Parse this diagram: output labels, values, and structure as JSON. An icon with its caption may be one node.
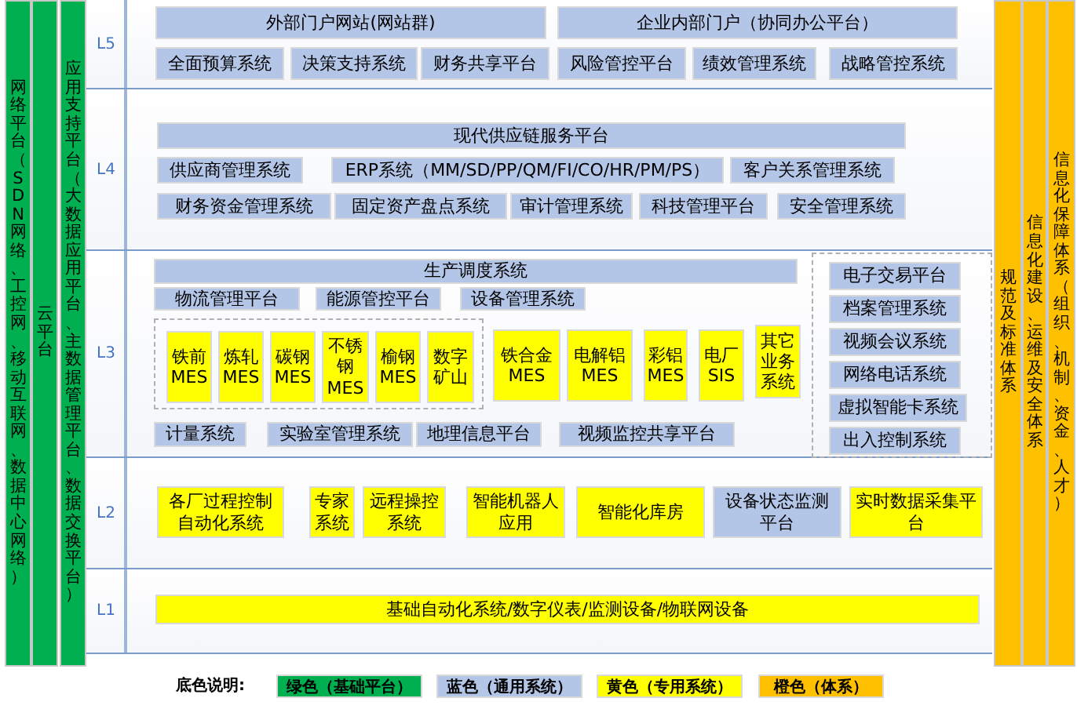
{
  "diagram": {
    "nodes": [
      {
        "text": [
          "网络平台（SDN网络、工控网、移动互联网、数据中心网络）"
        ]
      },
      {
        "text": [
          "云平台"
        ]
      },
      {
        "text": [
          "应用支持平台（大数据应用平台、主数据管理平台、数据交换平台）"
        ]
      },
      {
        "text": [
          "L5"
        ]
      },
      {
        "text": [
          "外部门户网站(网站群)"
        ],
        "in": 3
      },
      {
        "text": [
          "企业内部门户（协同办公平台）"
        ],
        "in": 3
      },
      {
        "text": [
          "全面预算系统"
        ],
        "in": 3
      },
      {
        "text": [
          "决策支持系统"
        ],
        "in": 3
      },
      {
        "text": [
          "财务共享平台"
        ],
        "in": 3
      },
      {
        "text": [
          "风险管控平台"
        ],
        "in": 3
      },
      {
        "text": [
          "绩效管理系统"
        ],
        "in": 3
      },
      {
        "text": [
          "战略管控系统"
        ],
        "in": 3
      },
      {
        "text": [
          "L4"
        ]
      },
      {
        "text": [
          "现代供应链服务平台"
        ],
        "in": 12
      },
      {
        "text": [
          "供应商管理系统"
        ],
        "in": 12
      },
      {
        "text": [
          "ERP系统（MM/SD/PP/QM/FI/CO/HR/PM/PS）"
        ],
        "in": 12
      },
      {
        "text": [
          "客户关系管理系统"
        ],
        "in": 12
      },
      {
        "text": [
          "财务资金管理系统"
        ],
        "in": 12
      },
      {
        "text": [
          "固定资产盘点系统"
        ],
        "in": 12
      },
      {
        "text": [
          "审计管理系统"
        ],
        "in": 12
      },
      {
        "text": [
          "科技管理平台"
        ],
        "in": 12
      },
      {
        "text": [
          "安全管理系统"
        ],
        "in": 12
      },
      {
        "text": [
          "L3"
        ]
      },
      {
        "text": [
          "生产调度系统"
        ],
        "in": 22
      },
      {
        "text": [
          "物流管理平台"
        ],
        "in": 22
      },
      {
        "text": [
          "能源管控平台"
        ],
        "in": 22
      },
      {
        "text": [
          "设备管理系统"
        ],
        "in": 22
      },
      {
        "text": [],
        "shape": "box",
        "in": 22
      },
      {
        "text": [
          "铁前 MES"
        ],
        "in": 27
      },
      {
        "text": [
          "炼轧 MES"
        ],
        "in": 27
      },
      {
        "text": [
          "碳钢 MES"
        ],
        "in": 27
      },
      {
        "text": [
          "不锈钢 MES"
        ],
        "in": 27
      },
      {
        "text": [
          "榆钢 MES"
        ],
        "in": 27
      },
      {
        "text": [
          "数字矿山"
        ],
        "in": 27
      },
      {
        "text": [
          "铁合金 MES"
        ],
        "in": 22
      },
      {
        "text": [
          "电解铝 MES"
        ],
        "in": 22
      },
      {
        "text": [
          "彩铝 MES"
        ],
        "in": 22
      },
      {
        "text": [
          "电厂 SIS"
        ],
        "in": 22
      },
      {
        "text": [
          "其它业务系统"
        ],
        "in": 22
      },
      {
        "text": [
          "计量系统"
        ],
        "in": 22
      },
      {
        "text": [
          "实验室管理系统"
        ],
        "in": 22
      },
      {
        "text": [
          "地理信息平台"
        ],
        "in": 22
      },
      {
        "text": [
          "视频监控共享平台"
        ],
        "in": 22
      },
      {
        "text": [],
        "shape": "box",
        "in": 22
      },
      {
        "text": [
          "电子交易平台"
        ],
        "in": 43
      },
      {
        "text": [
          "档案管理系统"
        ],
        "in": 43
      },
      {
        "text": [
          "视频会议系统"
        ],
        "in": 43
      },
      {
        "text": [
          "网络电话系统"
        ],
        "in": 43
      },
      {
        "text": [
          "虚拟智能卡系统"
        ],
        "in": 43
      },
      {
        "text": [
          "出入控制系统"
        ],
        "in": 43
      },
      {
        "text": [
          "L2"
        ]
      },
      {
        "text": [
          "各厂过程控制自动化系统"
        ],
        "in": 50
      },
      {
        "text": [
          "专家系统"
        ],
        "in": 50
      },
      {
        "text": [
          "远程操控系统"
        ],
        "in": 50
      },
      {
        "text": [
          "智能机器人应用"
        ],
        "in": 50
      },
      {
        "text": [
          "智能化库房"
        ],
        "in": 50
      },
      {
        "text": [
          "设备状态监测平台"
        ],
        "in": 50
      },
      {
        "text": [
          "实时数据采集平台"
        ],
        "in": 50
      },
      {
        "text": [
          "L1"
        ]
      },
      {
        "text": [
          "基础自动化系统/数字仪表/监测设备/物联网设备"
        ],
        "in": 58
      },
      {
        "text": [
          "规范及标准体系"
        ]
      },
      {
        "text": [
          "信息化建设、运维及安全体系"
        ]
      },
      {
        "text": [
          "信息化保障体系（组织、机制、资金、人才）"
        ]
      }
    ],
    "labels": [
      "底色说明:"
    ],
    "legend": [
      {
        "text": "绿色（基础平台）",
        "color": "#00b050"
      },
      {
        "text": "蓝色（通用系统）",
        "color": "#b4c6e7"
      },
      {
        "text": "黄色（专用系统）",
        "color": "#ffff00"
      },
      {
        "text": "橙色（体系）",
        "color": "#ffc000"
      }
    ]
  }
}
